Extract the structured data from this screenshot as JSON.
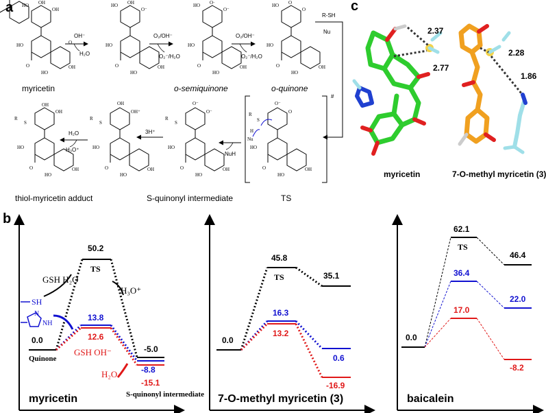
{
  "panels": {
    "a": "a",
    "b": "b",
    "c": "c"
  },
  "scheme": {
    "compounds": {
      "myricetin": "myricetin",
      "semiquinone": "o-semiquinone",
      "quinone": "o-quinone",
      "adduct": "thiol-myricetin adduct",
      "intermediate": "S-quinonyl intermediate",
      "ts": "TS"
    },
    "reagents": {
      "oh": "OH⁻",
      "h2o": "H₂O",
      "o2oh_1": "O₂/OH⁻",
      "o2h2o_1": "O₂⁻/H₂O",
      "o2oh_2": "O₂/OH⁻",
      "o2h2o_2": "O₂⁻/H₂O",
      "rsh": "R-SH",
      "nu": "Nu",
      "nuh": "NuH",
      "h3": "3H⁺",
      "h2o_b": "H₂O",
      "h3o": "H₃O⁺",
      "ts_mark": "#"
    }
  },
  "energy_diagrams": [
    {
      "title": "myricetin",
      "levels": [
        {
          "label": "0.0",
          "value": 0.0
        },
        {
          "label": "50.2",
          "value": 50.2
        },
        {
          "label": "13.8",
          "value": 13.8
        },
        {
          "label": "12.6",
          "value": 12.6
        },
        {
          "label": "-5.0",
          "value": -5.0
        },
        {
          "label": "-8.8",
          "value": -8.8
        },
        {
          "label": "-15.1",
          "value": -15.1
        }
      ],
      "ts_label": "TS",
      "annotations": {
        "gsh_h2o": "GSH H₂O",
        "h3o": "H₃O⁺",
        "sh": "SH",
        "nh": "NH",
        "n": "N",
        "gsh_oh": "GSH OH⁻",
        "h2o": "H₂O",
        "quinone": "Quinone",
        "intermediate": "S-quinonyl intermediate"
      }
    },
    {
      "title": "7-O-methyl myricetin (3)",
      "levels": [
        {
          "label": "0.0",
          "value": 0.0
        },
        {
          "label": "45.8",
          "value": 45.8
        },
        {
          "label": "35.1",
          "value": 35.1
        },
        {
          "label": "16.3",
          "value": 16.3
        },
        {
          "label": "13.2",
          "value": 13.2
        },
        {
          "label": "0.6",
          "value": 0.6
        },
        {
          "label": "-16.9",
          "value": -16.9
        }
      ],
      "ts_label": "TS"
    },
    {
      "title": "baicalein",
      "levels": [
        {
          "label": "0.0",
          "value": 0.0
        },
        {
          "label": "62.1",
          "value": 62.1
        },
        {
          "label": "46.4",
          "value": 46.4
        },
        {
          "label": "36.4",
          "value": 36.4
        },
        {
          "label": "22.0",
          "value": 22.0
        },
        {
          "label": "17.0",
          "value": 17.0
        },
        {
          "label": "-8.2",
          "value": -8.2
        }
      ],
      "ts_label": "TS"
    }
  ],
  "structures": {
    "left_title": "myricetin",
    "right_title": "7-O-methyl myricetin (3)",
    "distances": {
      "d1": "2.37",
      "d2": "2.77",
      "d3": "2.28",
      "d4": "1.86"
    }
  },
  "colors": {
    "black": "#000000",
    "blue": "#1010d0",
    "red": "#e01818",
    "green": "#2ecc2e",
    "orange": "#f0a020",
    "oxygen": "#e02020",
    "cyan": "#9fdfe8",
    "yellow": "#f2d24a",
    "nitrogen": "#2040d0"
  }
}
